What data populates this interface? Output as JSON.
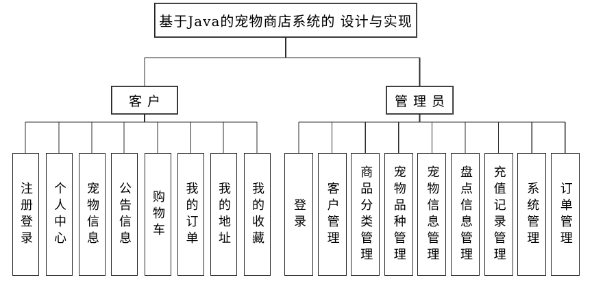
{
  "diagram": {
    "title": "基于Java的宠物商店系统的 设计与实现",
    "branches": [
      {
        "label": "客户",
        "children": [
          "注册登录",
          "个人中心",
          "宠物信息",
          "公告信息",
          "购物车",
          "我的订单",
          "我的地址",
          "我的收藏"
        ]
      },
      {
        "label": "管理员",
        "children": [
          "登录",
          "客户管理",
          "商品分类管理",
          "宠物品种管理",
          "宠物信息管理",
          "盘点信息管理",
          "充值记录管理",
          "系统管理",
          "订单管理"
        ]
      }
    ],
    "colors": {
      "line": "#2b2b2b",
      "box_border": "#3c3c3c",
      "text": "#000000",
      "background": "#ffffff"
    }
  }
}
